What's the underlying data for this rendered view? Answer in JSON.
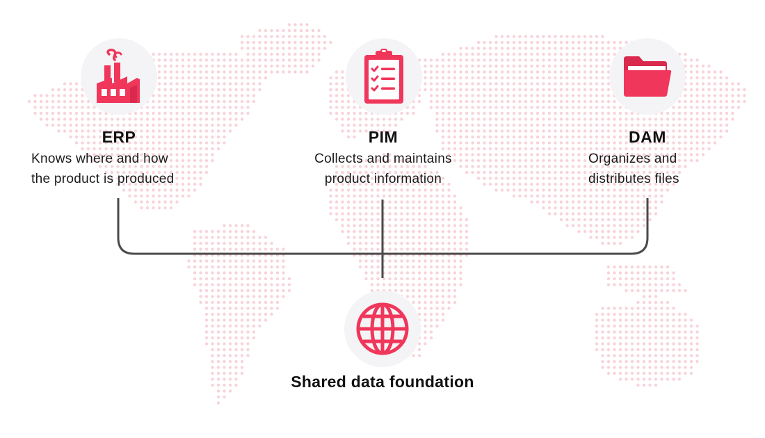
{
  "nodes": [
    {
      "id": "erp",
      "title": "ERP",
      "description_line1": "Knows where and how",
      "description_line2": "the product is produced",
      "icon": "factory-icon"
    },
    {
      "id": "pim",
      "title": "PIM",
      "description_line1": "Collects and maintains",
      "description_line2": "product information",
      "icon": "clipboard-checklist-icon"
    },
    {
      "id": "dam",
      "title": "DAM",
      "description_line1": "Organizes and",
      "description_line2": "distributes files",
      "icon": "folder-icon"
    }
  ],
  "foundation": {
    "title": "Shared data foundation",
    "icon": "globe-icon"
  },
  "colors": {
    "accent": "#f0365a",
    "connector": "#4a4a4a",
    "map_dots": "#f8d3da",
    "circle_bg": "#f4f4f6"
  }
}
